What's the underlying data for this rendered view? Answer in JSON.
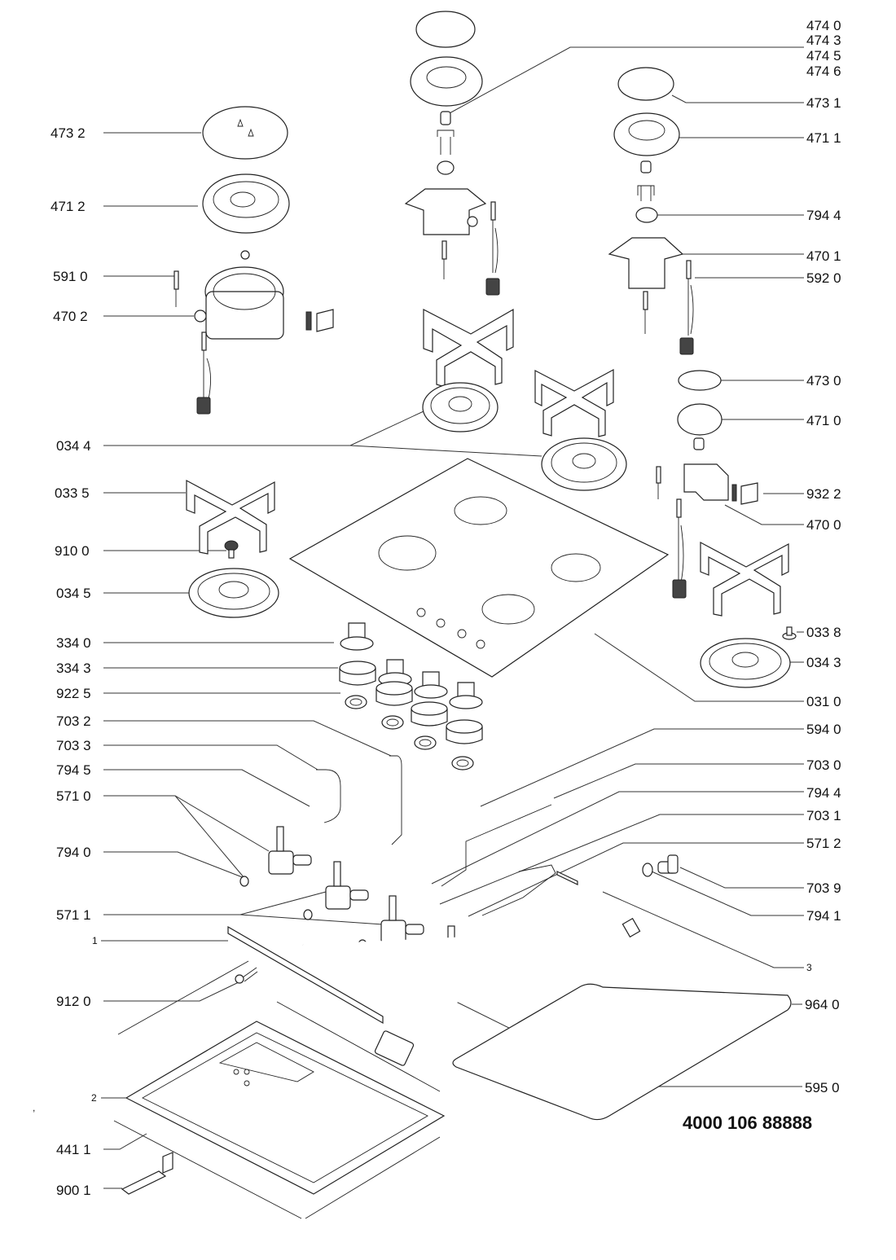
{
  "document_number": "4000 106 88888",
  "labels_left": [
    {
      "id": "473-2",
      "text": "473 2"
    },
    {
      "id": "471-2",
      "text": "471 2"
    },
    {
      "id": "591-0",
      "text": "591 0"
    },
    {
      "id": "470-2",
      "text": "470 2"
    },
    {
      "id": "034-4",
      "text": "034 4"
    },
    {
      "id": "033-5",
      "text": "033 5"
    },
    {
      "id": "910-0",
      "text": "910 0"
    },
    {
      "id": "034-5",
      "text": "034 5"
    },
    {
      "id": "334-0",
      "text": "334 0"
    },
    {
      "id": "334-3",
      "text": "334 3"
    },
    {
      "id": "922-5",
      "text": "922 5"
    },
    {
      "id": "703-2",
      "text": "703 2"
    },
    {
      "id": "703-3",
      "text": "703 3"
    },
    {
      "id": "794-5",
      "text": "794 5"
    },
    {
      "id": "571-0",
      "text": "571 0"
    },
    {
      "id": "794-0",
      "text": "794 0"
    },
    {
      "id": "571-1",
      "text": "571 1"
    },
    {
      "id": "1",
      "text": "1"
    },
    {
      "id": "912-0",
      "text": "912 0"
    },
    {
      "id": "2",
      "text": "2"
    },
    {
      "id": "441-1",
      "text": "441 1"
    },
    {
      "id": "900-1",
      "text": "900 1"
    }
  ],
  "labels_right": [
    {
      "id": "474-0",
      "text": "474 0"
    },
    {
      "id": "474-3",
      "text": "474 3"
    },
    {
      "id": "474-5",
      "text": "474 5"
    },
    {
      "id": "474-6",
      "text": "474 6"
    },
    {
      "id": "473-1",
      "text": "473 1"
    },
    {
      "id": "471-1",
      "text": "471 1"
    },
    {
      "id": "794-4a",
      "text": "794 4"
    },
    {
      "id": "470-1",
      "text": "470 1"
    },
    {
      "id": "592-0",
      "text": "592 0"
    },
    {
      "id": "473-0",
      "text": "473 0"
    },
    {
      "id": "471-0",
      "text": "471 0"
    },
    {
      "id": "932-2",
      "text": "932 2"
    },
    {
      "id": "470-0",
      "text": "470 0"
    },
    {
      "id": "033-8",
      "text": "033 8"
    },
    {
      "id": "034-3",
      "text": "034 3"
    },
    {
      "id": "031-0",
      "text": "031 0"
    },
    {
      "id": "594-0",
      "text": "594 0"
    },
    {
      "id": "703-0",
      "text": "703 0"
    },
    {
      "id": "794-4b",
      "text": "794 4"
    },
    {
      "id": "703-1",
      "text": "703 1"
    },
    {
      "id": "571-2",
      "text": "571 2"
    },
    {
      "id": "703-9",
      "text": "703 9"
    },
    {
      "id": "794-1",
      "text": "794 1"
    },
    {
      "id": "3",
      "text": "3"
    },
    {
      "id": "964-0",
      "text": "964 0"
    },
    {
      "id": "595-0",
      "text": "595 0"
    }
  ]
}
